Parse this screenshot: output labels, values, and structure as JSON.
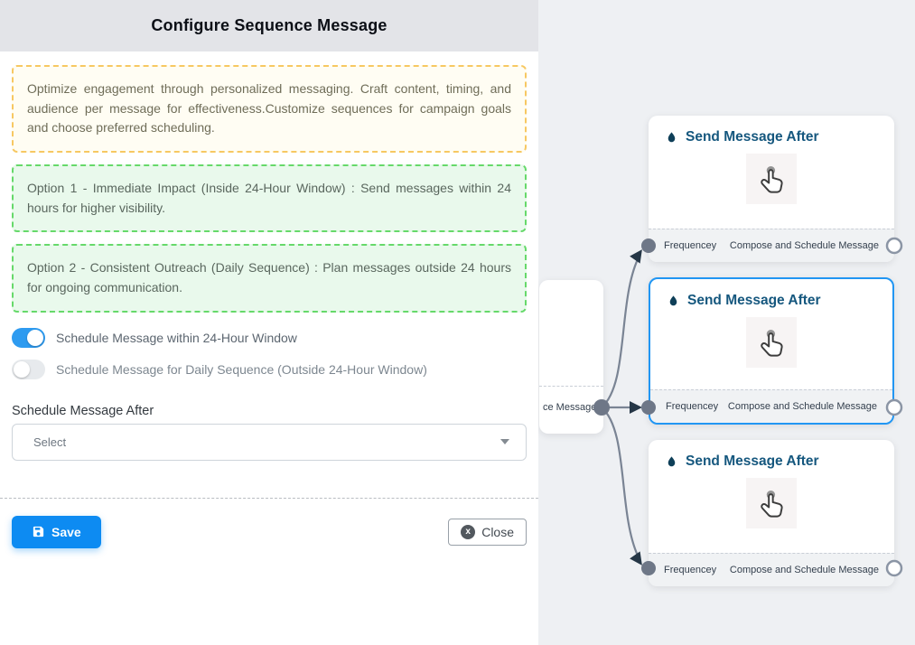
{
  "panel": {
    "title": "Configure Sequence Message",
    "info_box": "Optimize engagement through personalized messaging. Craft content, timing, and audience per message for effectiveness.Customize sequences for campaign goals and choose preferred scheduling.",
    "option1": "Option 1 - Immediate Impact (Inside 24-Hour Window) : Send messages within 24 hours for higher visibility.",
    "option2": "Option 2 - Consistent Outreach (Daily Sequence) : Plan messages outside 24 hours for ongoing communication.",
    "toggle1": {
      "label": "Schedule Message within 24-Hour Window",
      "state": "on"
    },
    "toggle2": {
      "label": "Schedule Message for Daily Sequence (Outside 24-Hour Window)",
      "state": "off"
    },
    "schedule_after_label": "Schedule Message After",
    "select_placeholder": "Select",
    "save_label": "Save",
    "close_label": "Close",
    "close_icon_glyph": "x"
  },
  "canvas": {
    "source_node": {
      "partial_label": "ce Message"
    },
    "nodes": [
      {
        "title": "Send Message After",
        "footer_left": "Frequencey",
        "footer_right": "Compose and Schedule Message",
        "selected": false
      },
      {
        "title": "Send Message After",
        "footer_left": "Frequencey",
        "footer_right": "Compose and Schedule Message",
        "selected": true
      },
      {
        "title": "Send Message After",
        "footer_left": "Frequencey",
        "footer_right": "Compose and Schedule Message",
        "selected": false
      }
    ]
  },
  "icons": {
    "node_title": "droplet-icon",
    "node_body": "tap-hand-icon",
    "save": "floppy-disk-icon",
    "close": "circle-x-icon",
    "select": "caret-down-icon"
  },
  "colors": {
    "header_bg": "#e3e4e8",
    "warn_border": "#f7c862",
    "warn_bg": "#fffdf3",
    "ok_border": "#66d96a",
    "ok_bg": "#e9f9ec",
    "toggle_on": "#2e9bf0",
    "save_button": "#0d8bf2",
    "selected_node_border": "#2196f3",
    "node_title_text": "#15577e",
    "canvas_bg": "#eef0f3",
    "edge_line": "#7a8494",
    "edge_arrow": "#253646",
    "handle_fill": "#6e7787"
  }
}
